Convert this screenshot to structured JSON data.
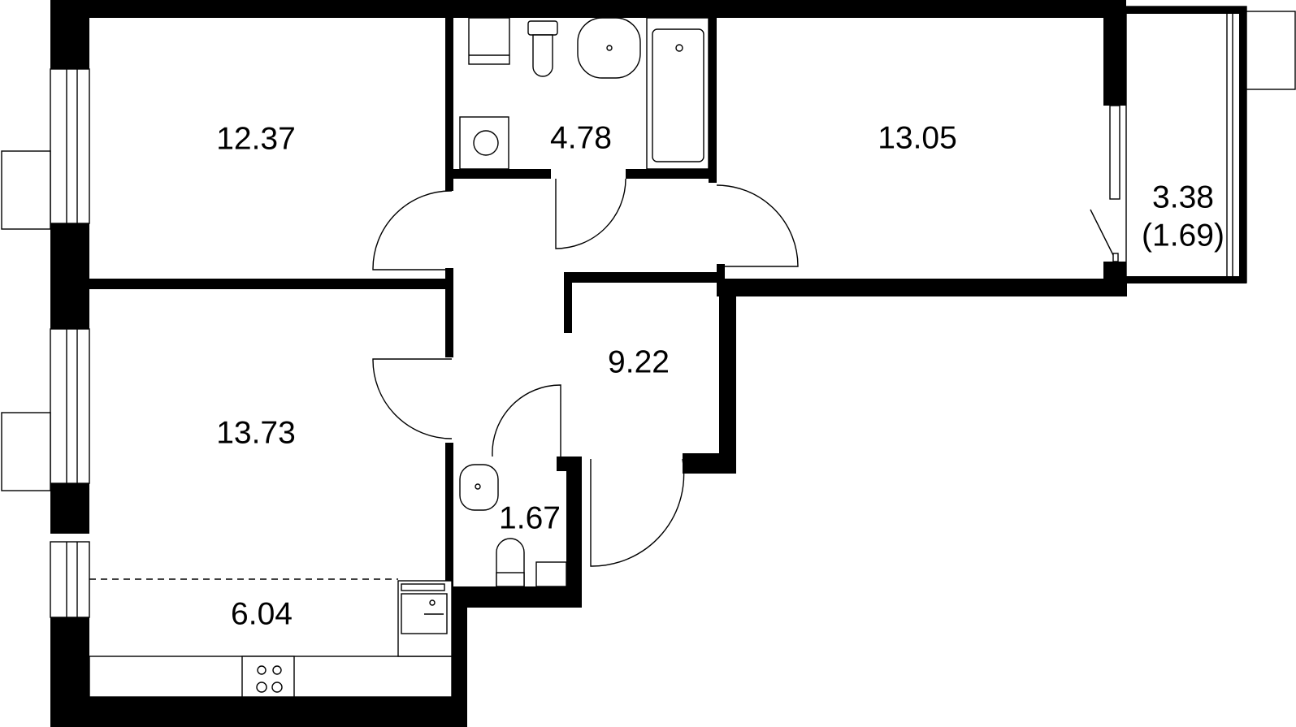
{
  "rooms": {
    "bedroom_1": {
      "area": "12.37"
    },
    "bathroom": {
      "area": "4.78"
    },
    "bedroom_2": {
      "area": "13.05"
    },
    "balcony": {
      "area": "3.38",
      "reduced_area": "(1.69)"
    },
    "hallway": {
      "area": "9.22"
    },
    "living_room": {
      "area": "13.73"
    },
    "toilet": {
      "area": "1.67"
    },
    "kitchen": {
      "area": "6.04"
    }
  },
  "colors": {
    "wall": "#000000",
    "background": "#ffffff",
    "line": "#000000"
  }
}
